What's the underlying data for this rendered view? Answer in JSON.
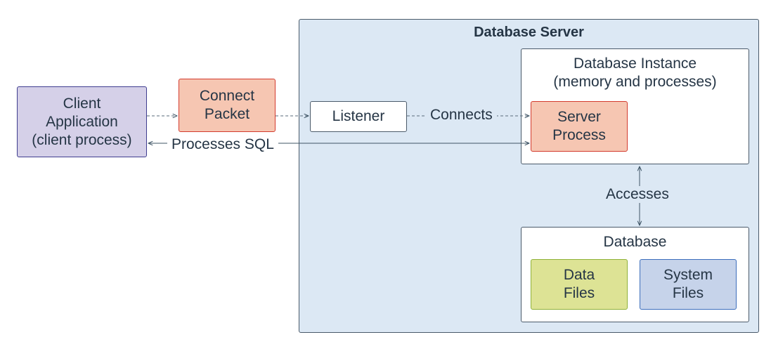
{
  "server": {
    "title": "Database Server"
  },
  "client": {
    "label": "Client\nApplication\n(client process)"
  },
  "packet": {
    "label": "Connect\nPacket"
  },
  "listener": {
    "label": "Listener"
  },
  "instance": {
    "title": "Database Instance\n(memory and processes)",
    "server_process": "Server\nProcess"
  },
  "database": {
    "title": "Database",
    "data_files": "Data\nFiles",
    "system_files": "System\nFiles"
  },
  "edges": {
    "connects": "Connects",
    "processes_sql": "Processes SQL",
    "accesses": "Accesses"
  },
  "colors": {
    "server_fill": "#dce8f4",
    "client_fill": "#d5d0e8",
    "process_fill": "#f6c6b2",
    "data_files_fill": "#dde395",
    "system_files_fill": "#c6d3ea",
    "edge_stroke": "#3f5566"
  }
}
